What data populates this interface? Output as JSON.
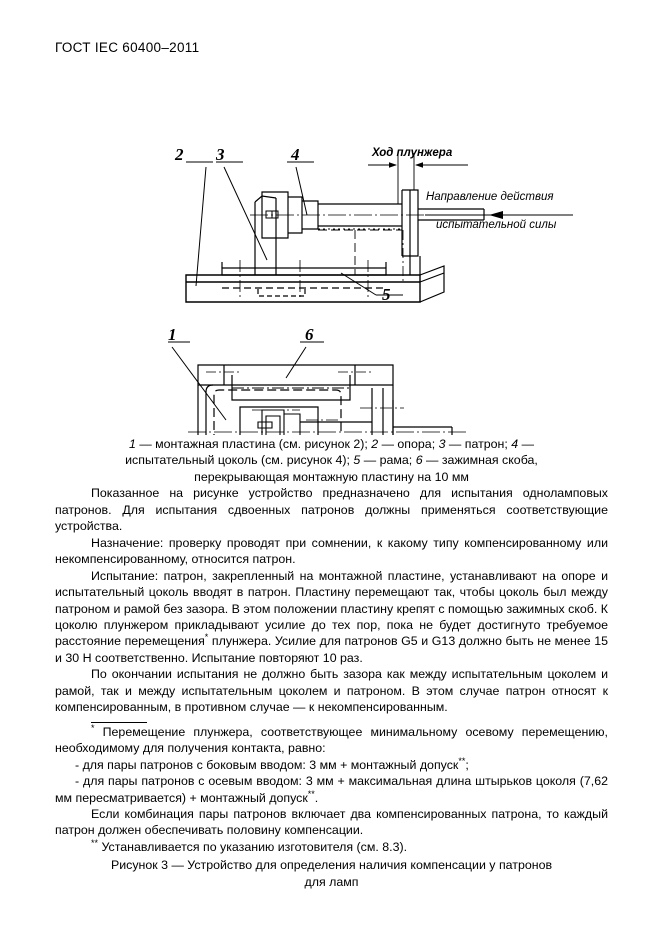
{
  "document": {
    "header": "ГОСТ IEC 60400–2011"
  },
  "figures": {
    "upper": {
      "name": "side-elevation-test-device",
      "callouts": [
        {
          "id": "2",
          "label": "2"
        },
        {
          "id": "3",
          "label": "3"
        },
        {
          "id": "4",
          "label": "4"
        },
        {
          "id": "5",
          "label": "5"
        }
      ],
      "annotations": [
        {
          "id": "plunger-stroke",
          "label": "Ход плунжера"
        },
        {
          "id": "force-direction-line1",
          "label": "Направление действия"
        },
        {
          "id": "force-direction-line2",
          "label": "испытательной силы"
        }
      ]
    },
    "lower": {
      "name": "plan-view-test-device",
      "callouts": [
        {
          "id": "1",
          "label": "1"
        },
        {
          "id": "6",
          "label": "6"
        }
      ]
    }
  },
  "legend": {
    "line1_a": "1",
    "line1_b": " — монтажная пластина (см. рисунок 2); ",
    "line1_c": "2",
    "line1_d": " — опора; ",
    "line1_e": "3",
    "line1_f": " — патрон; ",
    "line1_g": "4",
    "line1_h": " —",
    "line2_a": "испытательный цоколь (см. рисунок 4); ",
    "line2_b": "5",
    "line2_c": " — рама; ",
    "line2_d": "6",
    "line2_e": " — зажимная скоба,",
    "line3": "перекрывающая монтажную пластину на 10 мм"
  },
  "body": {
    "para1": "Показанное на рисунке устройство предназначено для испытания одноламповых патронов. Для испытания сдвоенных патронов должны применяться соответствующие устройства.",
    "para2": "Назначение: проверку проводят при сомнении, к какому типу компенсированному или некомпенсированному, относится патрон.",
    "para3_part1": "Испытание: патрон, закрепленный на монтажной пластине, устанавливают на опоре и испытательный цоколь вводят в патрон. Пластину перемещают так, чтобы цоколь был между патроном и рамой без зазора. В этом положении пластину крепят с помощью зажимных скоб. К цоколю плунжером прикладывают усилие до тех пор, пока не будет достигнуто требуемое расстояние перемещения",
    "para3_marker": "*",
    "para3_part2": " плунжера. Усилие для патронов G5 и G13 должно быть не менее 15 и 30 Н соответственно. Испытание повторяют 10 раз.",
    "para4": "По окончании испытания не должно быть зазора как между испытательным цоколем и рамой, так и между испытательным цоколем и патроном. В этом случае патрон относят к компенсированным, в противном случае — к некомпенсированным."
  },
  "footnote": {
    "marker": "*",
    "intro": " Перемещение плунжера, соответствующее минимальному осевому перемещению, необходимому для получения контакта, равно:",
    "item1_text": "- для пары патронов с боковым вводом: 3 мм + монтажный допуск",
    "item1_marker": "**",
    "item1_tail": ";",
    "item2_text": "- для пары патронов с осевым вводом: 3 мм + максимальная длина штырьков цоколя (7,62 мм пересматривается) + монтажный допуск",
    "item2_marker": "**",
    "item2_tail": ".",
    "para_after": "Если комбинация пары патронов включает два компенсированных патрона, то каждый патрон должен обеспечивать половину компенсации.",
    "note2_marker": "**",
    "note2_text": " Устанавливается по указанию изготовителя (см. 8.3)."
  },
  "caption": {
    "line1": "Рисунок 3 — Устройство для определения наличия компенсации у патронов",
    "line2": "для ламп"
  },
  "colors": {
    "ink": "#000000",
    "paper": "#ffffff"
  }
}
